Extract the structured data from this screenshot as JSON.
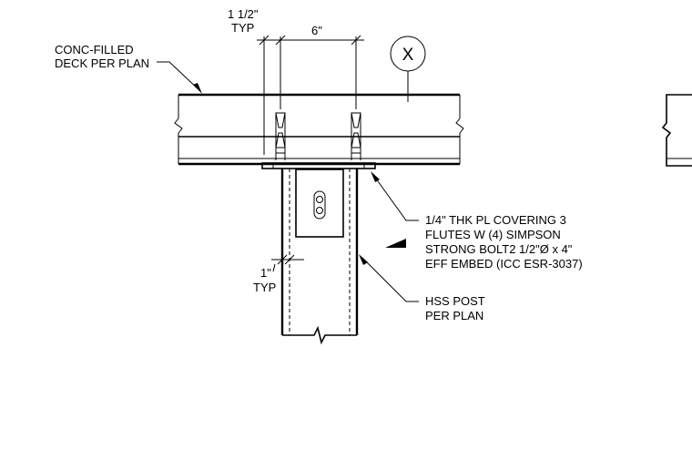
{
  "annotations": {
    "deck_label_line1": "CONC-FILLED",
    "deck_label_line2": "DECK PER PLAN",
    "edge_dim_value": "1 1/2\"",
    "edge_dim_note": "TYP",
    "spacing_dim": "6\"",
    "section_tag": "X",
    "plate_note_line1": "1/4\" THK PL COVERING 3",
    "plate_note_line2": "FLUTES W (4) SIMPSON",
    "plate_note_line3": "STRONG BOLT2 1/2\"Ø x 4\"",
    "plate_note_line4": "EFF EMBED (ICC ESR-3037)",
    "wall_dim_value": "1\"",
    "wall_dim_note": "TYP",
    "post_note_line1": "HSS POST",
    "post_note_line2": "PER PLAN"
  }
}
